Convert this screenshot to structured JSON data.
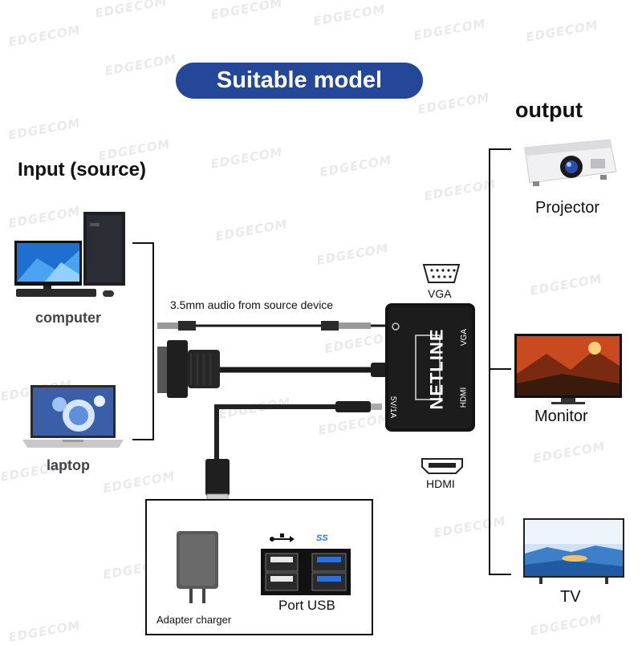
{
  "watermark_text": "EDGECOM",
  "title": "Suitable model",
  "input": {
    "heading": "Input (source)",
    "computer_label": "computer",
    "laptop_label": "laptop"
  },
  "output": {
    "heading": "output",
    "projector_label": "Projector",
    "monitor_label": "Monitor",
    "tv_label": "TV"
  },
  "audio_label": "3.5mm audio from source device",
  "adapter": {
    "brand": "NETLINE",
    "port_vga": "VGA",
    "port_hdmi": "HDMI",
    "port_power": "5V/1A"
  },
  "port_labels": {
    "vga": "VGA",
    "hdmi": "HDMI"
  },
  "power": {
    "adapter_label": "Adapter charger",
    "usb_label": "Port USB",
    "usb3_mark": "SS"
  },
  "colors": {
    "title_bg": "#25479a",
    "adapter_body": "#141414",
    "cable": "#1a1a1a",
    "usb3_blue": "#2f6fd6"
  }
}
